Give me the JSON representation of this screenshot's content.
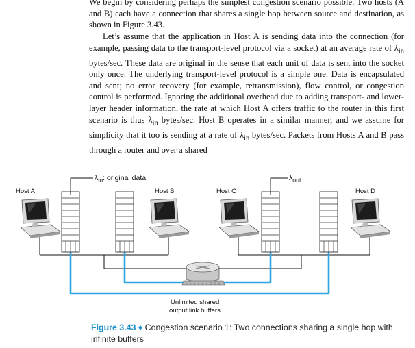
{
  "text": {
    "p1": "We begin by considering perhaps the simplest congestion scenario possible: Two hosts (A and B) each have a connection that shares a single hop between source and destination, as shown in Figure 3.43.",
    "p2_a": "Let’s assume that the application in Host A is sending data into the connection (for example, passing data to the transport-level protocol via a socket) at an average rate of λ",
    "p2_a_sub": "in",
    "p2_b": " bytes/sec. These data are original in the sense that each unit of data is sent into the socket only once. The underlying transport-level protocol is a simple one. Data is encapsulated and sent; no error recovery (for example, retransmission), flow control, or congestion control is performed. Ignoring the additional overhead due to adding transport- and lower-layer header information, the rate at which Host A offers traffic to the router in this first scenario is thus λ",
    "p2_b_sub": "in",
    "p2_c": " bytes/sec. Host B operates in a similar manner, and we assume for simplicity that it too is sending at a rate of λ",
    "p2_c_sub": "in",
    "p2_d": " bytes/sec. Packets from Hosts A and B pass through a router and over a shared"
  },
  "figure": {
    "host_a": "Host A",
    "host_b": "Host B",
    "host_c": "Host C",
    "host_d": "Host D",
    "lambda_in_symbol": "λ",
    "lambda_in_sub": "in",
    "lambda_in_text": ": original data",
    "lambda_out_symbol": "λ",
    "lambda_out_sub": "out",
    "buffer_line1": "Unlimited shared",
    "buffer_line2": "output link buffers",
    "caption_num": "Figure 3.43",
    "caption_diamond": "♦",
    "caption_text": "Congestion scenario 1: Two connections sharing a single hop with infinite buffers"
  },
  "colors": {
    "accent": "#1a8fc9",
    "line": "#2ea7e0"
  }
}
